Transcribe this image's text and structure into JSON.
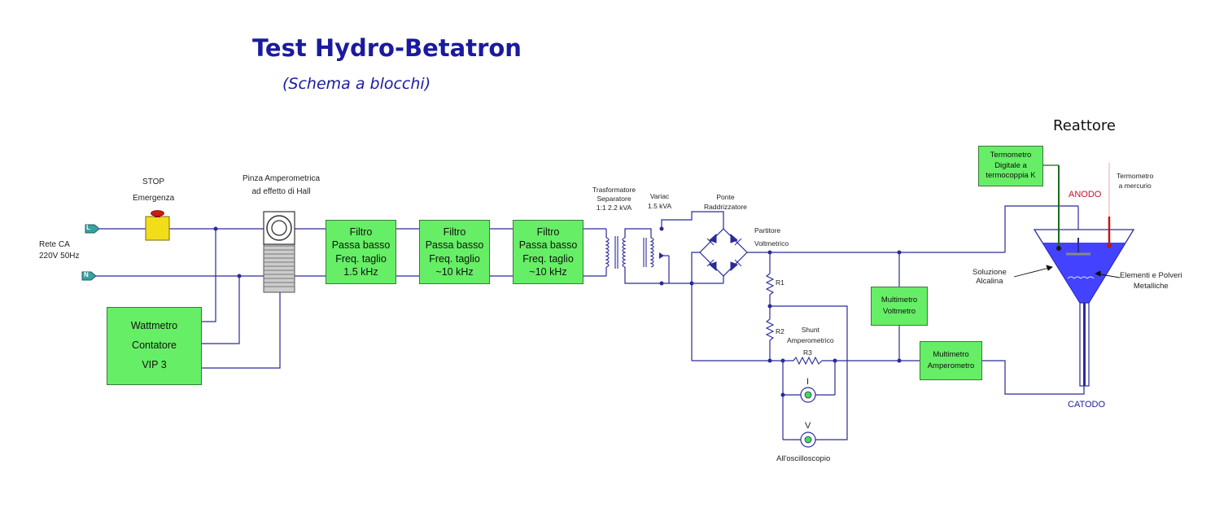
{
  "title": "Test  Hydro-Betatron",
  "subtitle": "(Schema a blocchi)",
  "reactor": {
    "heading": "Reattore",
    "anode": "ANODO",
    "cathode": "CATODO",
    "solution": [
      "Soluzione",
      "Alcalina"
    ],
    "elements": [
      "Elementi e Polveri",
      "Metalliche"
    ],
    "mercury_thermometer": [
      "Termometro",
      "a mercurio"
    ]
  },
  "mains": {
    "label": [
      "Rete CA",
      "220V 50Hz"
    ],
    "line": "L",
    "neutral": "N"
  },
  "stop_button": [
    "STOP",
    "Emergenza"
  ],
  "clamp": [
    "Pinza Amperometrica",
    "ad effetto di Hall"
  ],
  "wattmeter": [
    "Wattmetro",
    "Contatore",
    "VIP 3"
  ],
  "filters": [
    [
      "Filtro",
      "Passa basso",
      "Freq. taglio",
      "1.5 kHz"
    ],
    [
      "Filtro",
      "Passa basso",
      "Freq. taglio",
      "~10 kHz"
    ],
    [
      "Filtro",
      "Passa basso",
      "Freq. taglio",
      "~10 kHz"
    ]
  ],
  "transformer": [
    "Trasformatore",
    "Separatore",
    "1:1  2.2 kVA"
  ],
  "variac": [
    "Variac",
    "1.5 kVA"
  ],
  "bridge": [
    "Ponte",
    "Raddrizzatore"
  ],
  "divider": [
    "Partitore",
    "Voltmetrico"
  ],
  "r1": "R1",
  "r2": "R2",
  "r3": "R3",
  "shunt": [
    "Shunt",
    "Amperometrico"
  ],
  "meter_i": "I",
  "meter_v": "V",
  "oscilloscope": "All'oscilloscopio",
  "voltmeter": [
    "Multimetro",
    "Voltmetro"
  ],
  "ammeter": [
    "Multimetro",
    "Amperometro"
  ],
  "thermocouple": [
    "Termometro",
    "Digitale a",
    "termocoppia K"
  ],
  "colors": {
    "wire": "#2a2a9a",
    "box": "#66ee66",
    "title": "#1a1aa0",
    "liquid": "#3333ff",
    "stop_yellow": "#f2dd1a",
    "stop_red": "#d01818",
    "anode_red": "#c0102a",
    "terminal": "#3aa0a0"
  }
}
